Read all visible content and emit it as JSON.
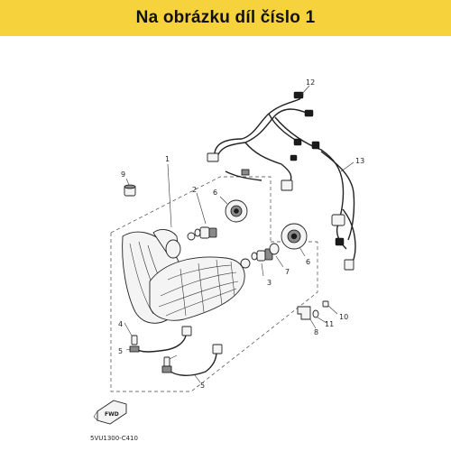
{
  "banner": {
    "title": "Na obrázku díl číslo 1",
    "background": "#f6d33c"
  },
  "diagram": {
    "callouts": [
      "1",
      "2",
      "3",
      "4",
      "5",
      "5",
      "6",
      "6",
      "7",
      "8",
      "9",
      "10",
      "11",
      "12",
      "13"
    ],
    "fwd_label": "FWD",
    "code": "5VU1300-C410"
  }
}
